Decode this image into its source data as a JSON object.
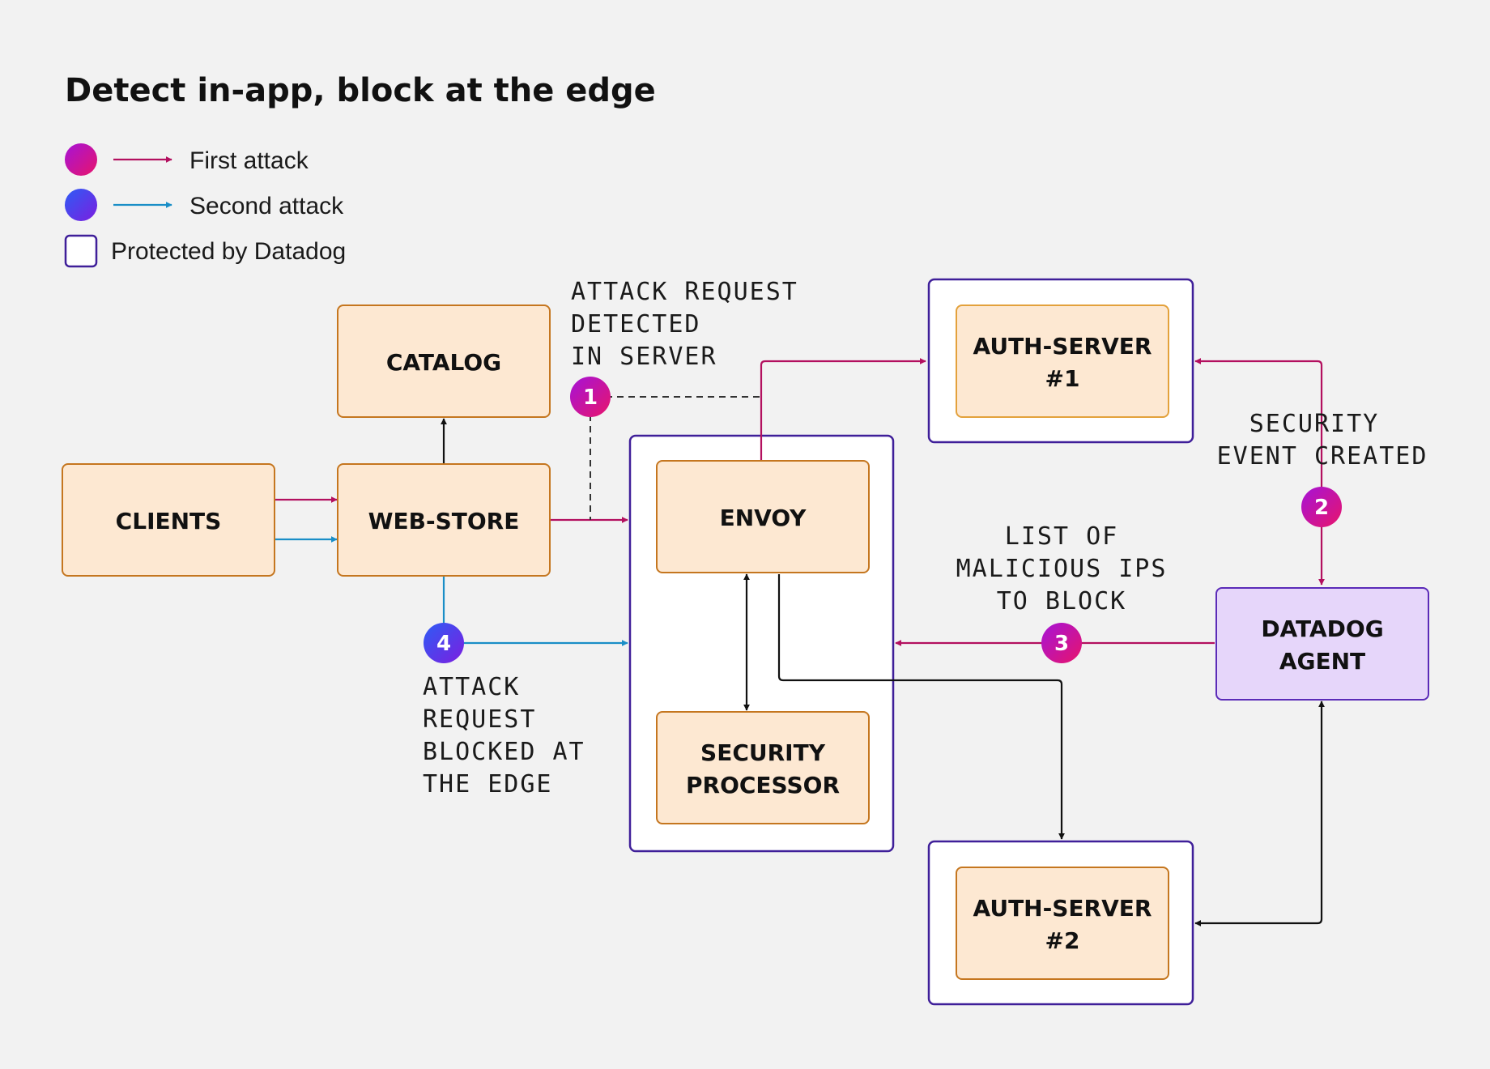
{
  "title": "Detect in-app, block at the edge",
  "legend": {
    "first_attack": "First attack",
    "second_attack": "Second attack",
    "protected": "Protected by Datadog"
  },
  "nodes": {
    "catalog": "CATALOG",
    "clients": "CLIENTS",
    "web_store": "WEB-STORE",
    "envoy": "ENVOY",
    "security_processor": [
      "SECURITY",
      "PROCESSOR"
    ],
    "auth_server_1": [
      "AUTH-SERVER",
      "#1"
    ],
    "auth_server_2": [
      "AUTH-SERVER",
      "#2"
    ],
    "datadog_agent": [
      "DATADOG",
      "AGENT"
    ]
  },
  "annotations": {
    "attack_detected": [
      "ATTACK REQUEST",
      "DETECTED",
      "IN SERVER"
    ],
    "security_event": [
      "SECURITY",
      "EVENT CREATED"
    ],
    "malicious_ips": [
      "LIST OF",
      "MALICIOUS IPS",
      "TO BLOCK"
    ],
    "attack_blocked": [
      "ATTACK",
      "REQUEST",
      "BLOCKED AT",
      "THE EDGE"
    ]
  },
  "badges": {
    "step1": "1",
    "step2": "2",
    "step3": "3",
    "step4": "4"
  },
  "colors": {
    "first_attack": "#b3105f",
    "second_attack": "#1a8ec7",
    "node_fill": "#fde8d2",
    "node_stroke": "#c5761f",
    "agent_fill": "#e6d6fa",
    "protect_border": "#3f1f99",
    "background": "#f2f2f2"
  }
}
